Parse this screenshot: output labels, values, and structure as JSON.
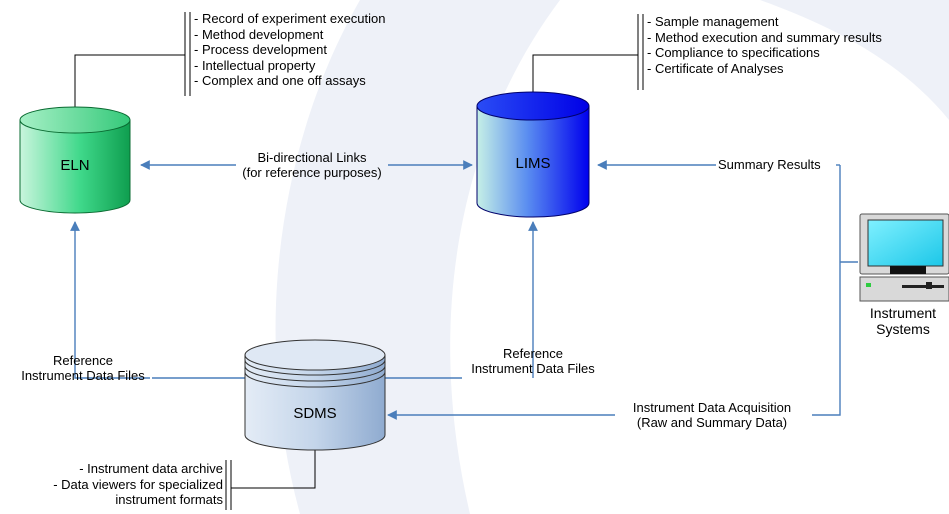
{
  "databases": {
    "eln": "ELN",
    "lims": "LIMS",
    "sdms": "SDMS"
  },
  "eln_notes": [
    "- Record of experiment execution",
    "- Method development",
    "- Process development",
    "- Intellectual property",
    "- Complex and one off assays"
  ],
  "lims_notes": [
    "- Sample management",
    "- Method execution and summary results",
    "- Compliance to specifications",
    "- Certificate of Analyses"
  ],
  "sdms_notes": [
    "- Instrument data archive",
    "- Data viewers for specialized",
    "instrument formats"
  ],
  "links": {
    "bidirectional_line1": "Bi-directional Links",
    "bidirectional_line2": "(for reference purposes)",
    "summary_results": "Summary Results",
    "ref_left_line1": "Reference",
    "ref_left_line2": "Instrument Data Files",
    "ref_right_line1": "Reference",
    "ref_right_line2": "Instrument Data Files",
    "acq_line1": "Instrument Data Acquisition",
    "acq_line2": "(Raw and Summary Data)"
  },
  "instrument": {
    "line1": "Instrument",
    "line2": "Systems",
    "icon": "computer-icon"
  },
  "colors": {
    "arrow": "#4a7ebb",
    "eln_fill": "#2ecc71",
    "lims_fill": "#1a1aff",
    "sdms_fill": "#b8cce4",
    "background_swoosh": "#e9edf6"
  }
}
